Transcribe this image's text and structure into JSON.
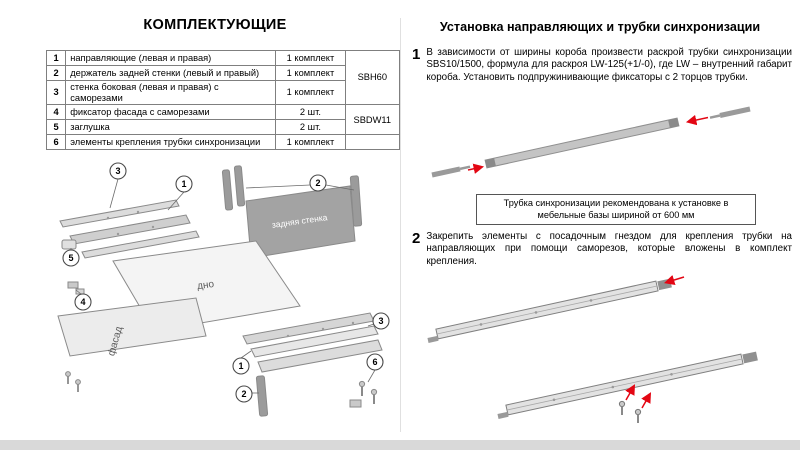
{
  "left": {
    "title": "КОМПЛЕКТУЮЩИЕ",
    "table": {
      "rows": [
        {
          "num": "1",
          "desc": "направляющие (левая и правая)",
          "qty": "1 комплект"
        },
        {
          "num": "2",
          "desc": "держатель задней стенки (левый и правый)",
          "qty": "1 комплект"
        },
        {
          "num": "3",
          "desc": "стенка боковая (левая и правая) с саморезами",
          "qty": "1 комплект"
        },
        {
          "num": "4",
          "desc": "фиксатор фасада с саморезами",
          "qty": "2 шт."
        },
        {
          "num": "5",
          "desc": "заглушка",
          "qty": "2 шт."
        },
        {
          "num": "6",
          "desc": "элементы крепления трубки синхронизации",
          "qty": "1 комплект"
        }
      ],
      "codes": [
        "SBH60",
        "SBDW11"
      ]
    },
    "diagram": {
      "labels": {
        "back": "задняя стенка",
        "bottom": "дно",
        "facade": "фасад"
      },
      "balloons": [
        "3",
        "1",
        "2",
        "5",
        "4",
        "1",
        "2",
        "3",
        "6"
      ]
    }
  },
  "right": {
    "title": "Установка направляющих и трубки синхронизации",
    "steps": [
      {
        "num": "1",
        "text": "В зависимости от ширины короба произвести раскрой трубки синхронизации SBS10/1500, формула для раскроя LW-125(+1/-0), где LW – внутренний габарит короба. Установить подпружинивающие фиксаторы с 2 торцов трубки."
      },
      {
        "num": "2",
        "text": "Закрепить элементы с посадочным гнездом для крепления трубки на направляющих при помощи саморезов, которые вложены в комплект крепления."
      }
    ],
    "note": "Трубка синхронизации рекомендована к установке в мебельные базы шириной от 600 мм"
  },
  "colors": {
    "accent_red": "#e30613",
    "panel_gray": "#a3a3a3",
    "line_gray": "#8a8a8a",
    "footer_gray": "#d9d9d9"
  }
}
